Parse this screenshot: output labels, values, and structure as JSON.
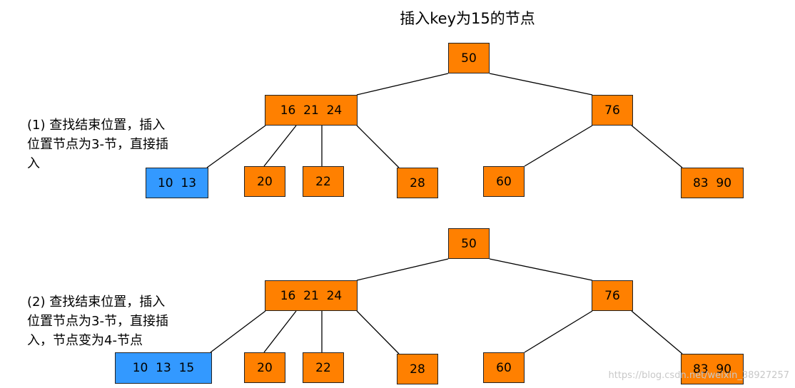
{
  "title": "插入key为15的节点",
  "steps": [
    {
      "note": "(1) 查找结束位置，插入\n位置节点为3-节，直接插\n入",
      "nodes": {
        "root": "50",
        "left": "16  21  24",
        "right": "76",
        "c1": "10  13",
        "c2": "20",
        "c3": "22",
        "c4": "28",
        "c5": "60",
        "c6": "83  90"
      }
    },
    {
      "note": "(2) 查找结束位置，插入\n位置节点为3-节，直接插\n入，节点变为4-节点",
      "nodes": {
        "root": "50",
        "left": "16  21  24",
        "right": "76",
        "c1": "10  13  15",
        "c2": "20",
        "c3": "22",
        "c4": "28",
        "c5": "60",
        "c6": "83  90"
      }
    }
  ],
  "colors": {
    "node": "#ff8000",
    "highlight": "#3399ff"
  },
  "watermark": "https://blog.csdn.net/weixin_38927257"
}
